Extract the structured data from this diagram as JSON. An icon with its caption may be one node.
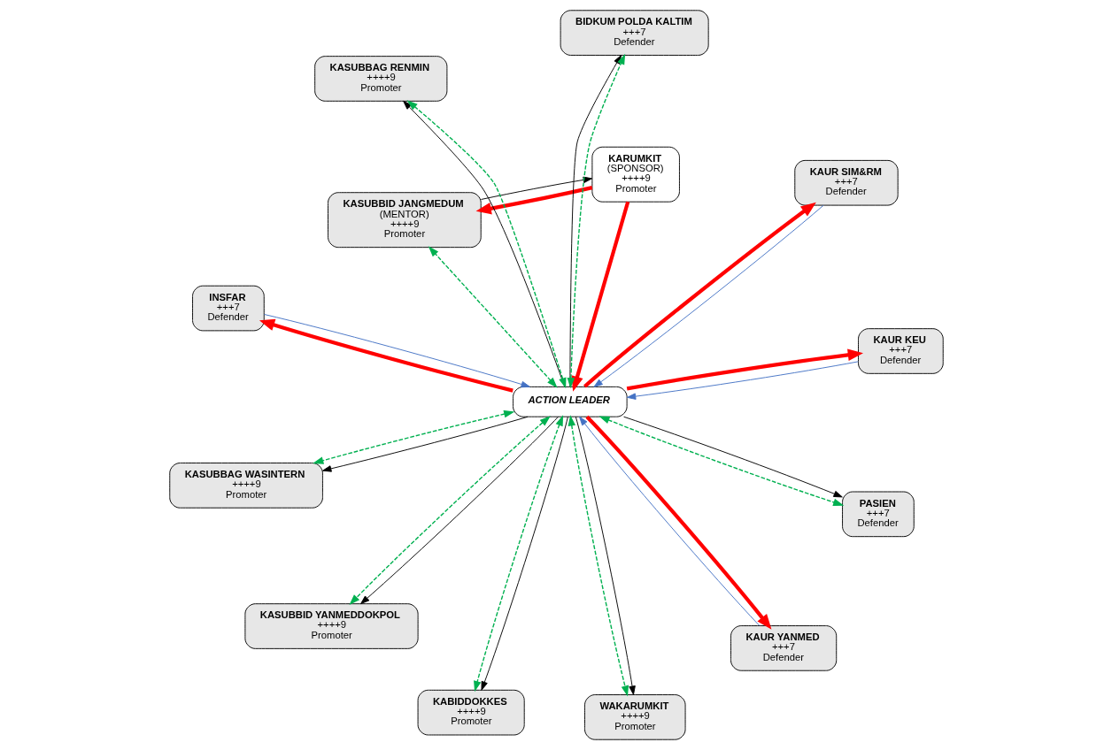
{
  "diagram": {
    "nodes": [
      {
        "text": [
          "KASUBBID JANGMEDUM",
          "(MENTOR)",
          "++++9",
          "Promoter"
        ]
      },
      {
        "text": [
          "KARUMKIT",
          "(SPONSOR)",
          "++++9",
          "Promoter"
        ]
      },
      {
        "text": [
          "KABIDDOKKES",
          "++++9",
          "Promoter"
        ]
      },
      {
        "text": [
          "KASUBBAG RENMIN",
          "++++9",
          "Promoter"
        ]
      },
      {
        "text": [
          "BIDKUM POLDA KALTIM",
          "+++7",
          "Defender"
        ]
      },
      {
        "text": [
          "ACTION LEADER"
        ]
      },
      {
        "text": [
          "KASUBBAG WASINTERN",
          "++++9",
          "Promoter"
        ]
      },
      {
        "text": [
          "PASIEN",
          "+++7",
          "Defender"
        ]
      },
      {
        "text": [
          "KASUBBID YANMEDDOKPOL",
          "++++9",
          "Promoter"
        ]
      },
      {
        "text": [
          "KAUR YANMED",
          "+++7",
          "Defender"
        ]
      },
      {
        "text": [
          "WAKARUMKIT",
          "++++9",
          "Promoter"
        ]
      },
      {
        "text": [
          "INSFAR",
          "+++7",
          "Defender"
        ]
      },
      {
        "text": [
          "KAUR KEU",
          "+++7",
          "Defender"
        ]
      },
      {
        "text": [
          "KAUR SIM&RM",
          "+++7",
          "Defender"
        ]
      }
    ],
    "edges": [
      {
        "from": 1,
        "to": 0,
        "arrow": "to",
        "style": "thick",
        "color": "#ff0000"
      },
      {
        "from": 0,
        "to": 1,
        "arrow": "to"
      },
      {
        "from": 5,
        "to": 0,
        "arrow": "both",
        "style": "dashed",
        "color": "#00b050"
      },
      {
        "from": 1,
        "to": 5,
        "arrow": "to",
        "style": "thick",
        "color": "#ff0000"
      },
      {
        "from": 5,
        "to": 2,
        "arrow": "to"
      },
      {
        "from": 5,
        "to": 2,
        "arrow": "both",
        "style": "dashed",
        "color": "#00b050"
      },
      {
        "from": 5,
        "to": 3,
        "arrow": "to"
      },
      {
        "from": 5,
        "to": 3,
        "arrow": "both",
        "style": "dashed",
        "color": "#00b050"
      },
      {
        "from": 5,
        "to": 4,
        "arrow": "to"
      },
      {
        "from": 5,
        "to": 4,
        "arrow": "both",
        "style": "dashed",
        "color": "#00b050"
      },
      {
        "from": 5,
        "to": 6,
        "arrow": "to"
      },
      {
        "from": 5,
        "to": 6,
        "arrow": "both",
        "style": "dashed",
        "color": "#00b050"
      },
      {
        "from": 5,
        "to": 7,
        "arrow": "to"
      },
      {
        "from": 5,
        "to": 7,
        "arrow": "both",
        "style": "dashed",
        "color": "#00b050"
      },
      {
        "from": 5,
        "to": 8,
        "arrow": "to"
      },
      {
        "from": 5,
        "to": 8,
        "arrow": "both",
        "style": "dashed",
        "color": "#00b050"
      },
      {
        "from": 5,
        "to": 10,
        "arrow": "to"
      },
      {
        "from": 5,
        "to": 10,
        "arrow": "both",
        "style": "dashed",
        "color": "#00b050"
      },
      {
        "from": 5,
        "to": 11,
        "arrow": "to",
        "style": "thick",
        "color": "#ff0000"
      },
      {
        "from": 11,
        "to": 5,
        "arrow": "to",
        "color": "#4472c4"
      },
      {
        "from": 5,
        "to": 12,
        "arrow": "to",
        "style": "thick",
        "color": "#ff0000"
      },
      {
        "from": 12,
        "to": 5,
        "arrow": "to",
        "color": "#4472c4"
      },
      {
        "from": 5,
        "to": 13,
        "arrow": "to",
        "style": "thick",
        "color": "#ff0000"
      },
      {
        "from": 13,
        "to": 5,
        "arrow": "to",
        "color": "#4472c4"
      },
      {
        "from": 5,
        "to": 9,
        "arrow": "to",
        "style": "thick",
        "color": "#ff0000"
      },
      {
        "from": 9,
        "to": 5,
        "arrow": "to",
        "color": "#4472c4"
      }
    ]
  }
}
